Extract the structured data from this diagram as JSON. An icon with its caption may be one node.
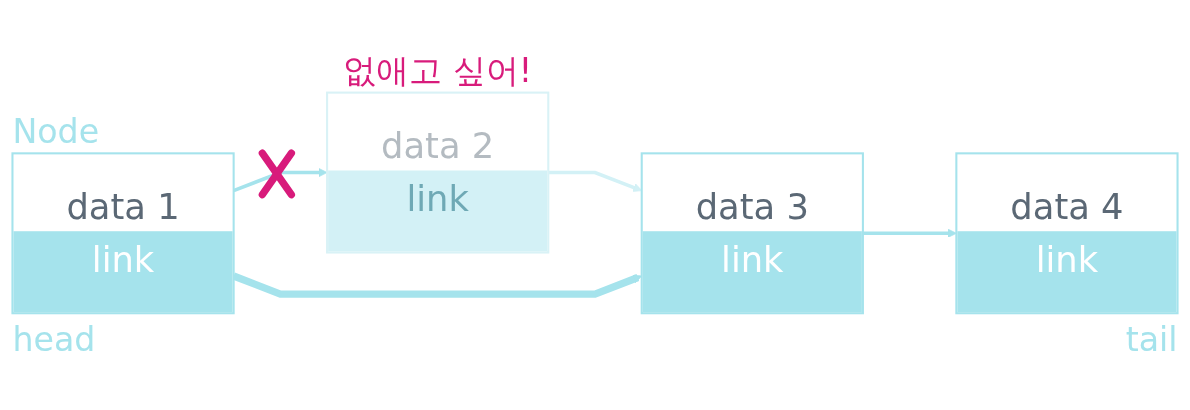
{
  "diagram": {
    "nodes": [
      {
        "text": [
          "data 1",
          "link"
        ],
        "beside": [
          "Node",
          "head"
        ]
      },
      {
        "text": [
          "data 2",
          "link"
        ],
        "beside": [
          "없애고 싶어!"
        ]
      },
      {
        "text": [
          "data 3",
          "link"
        ]
      },
      {
        "text": [
          "data 4",
          "link"
        ],
        "beside": [
          "tail"
        ]
      }
    ],
    "edges": [
      {
        "from": 0,
        "to": 1,
        "arrow": "to"
      },
      {
        "from": 1,
        "to": 2,
        "arrow": "to",
        "color": "#d3f1f6"
      },
      {
        "from": 2,
        "to": 3,
        "arrow": "to"
      },
      {
        "from": 0,
        "to": 2,
        "arrow": "to",
        "style": "thick"
      }
    ]
  }
}
